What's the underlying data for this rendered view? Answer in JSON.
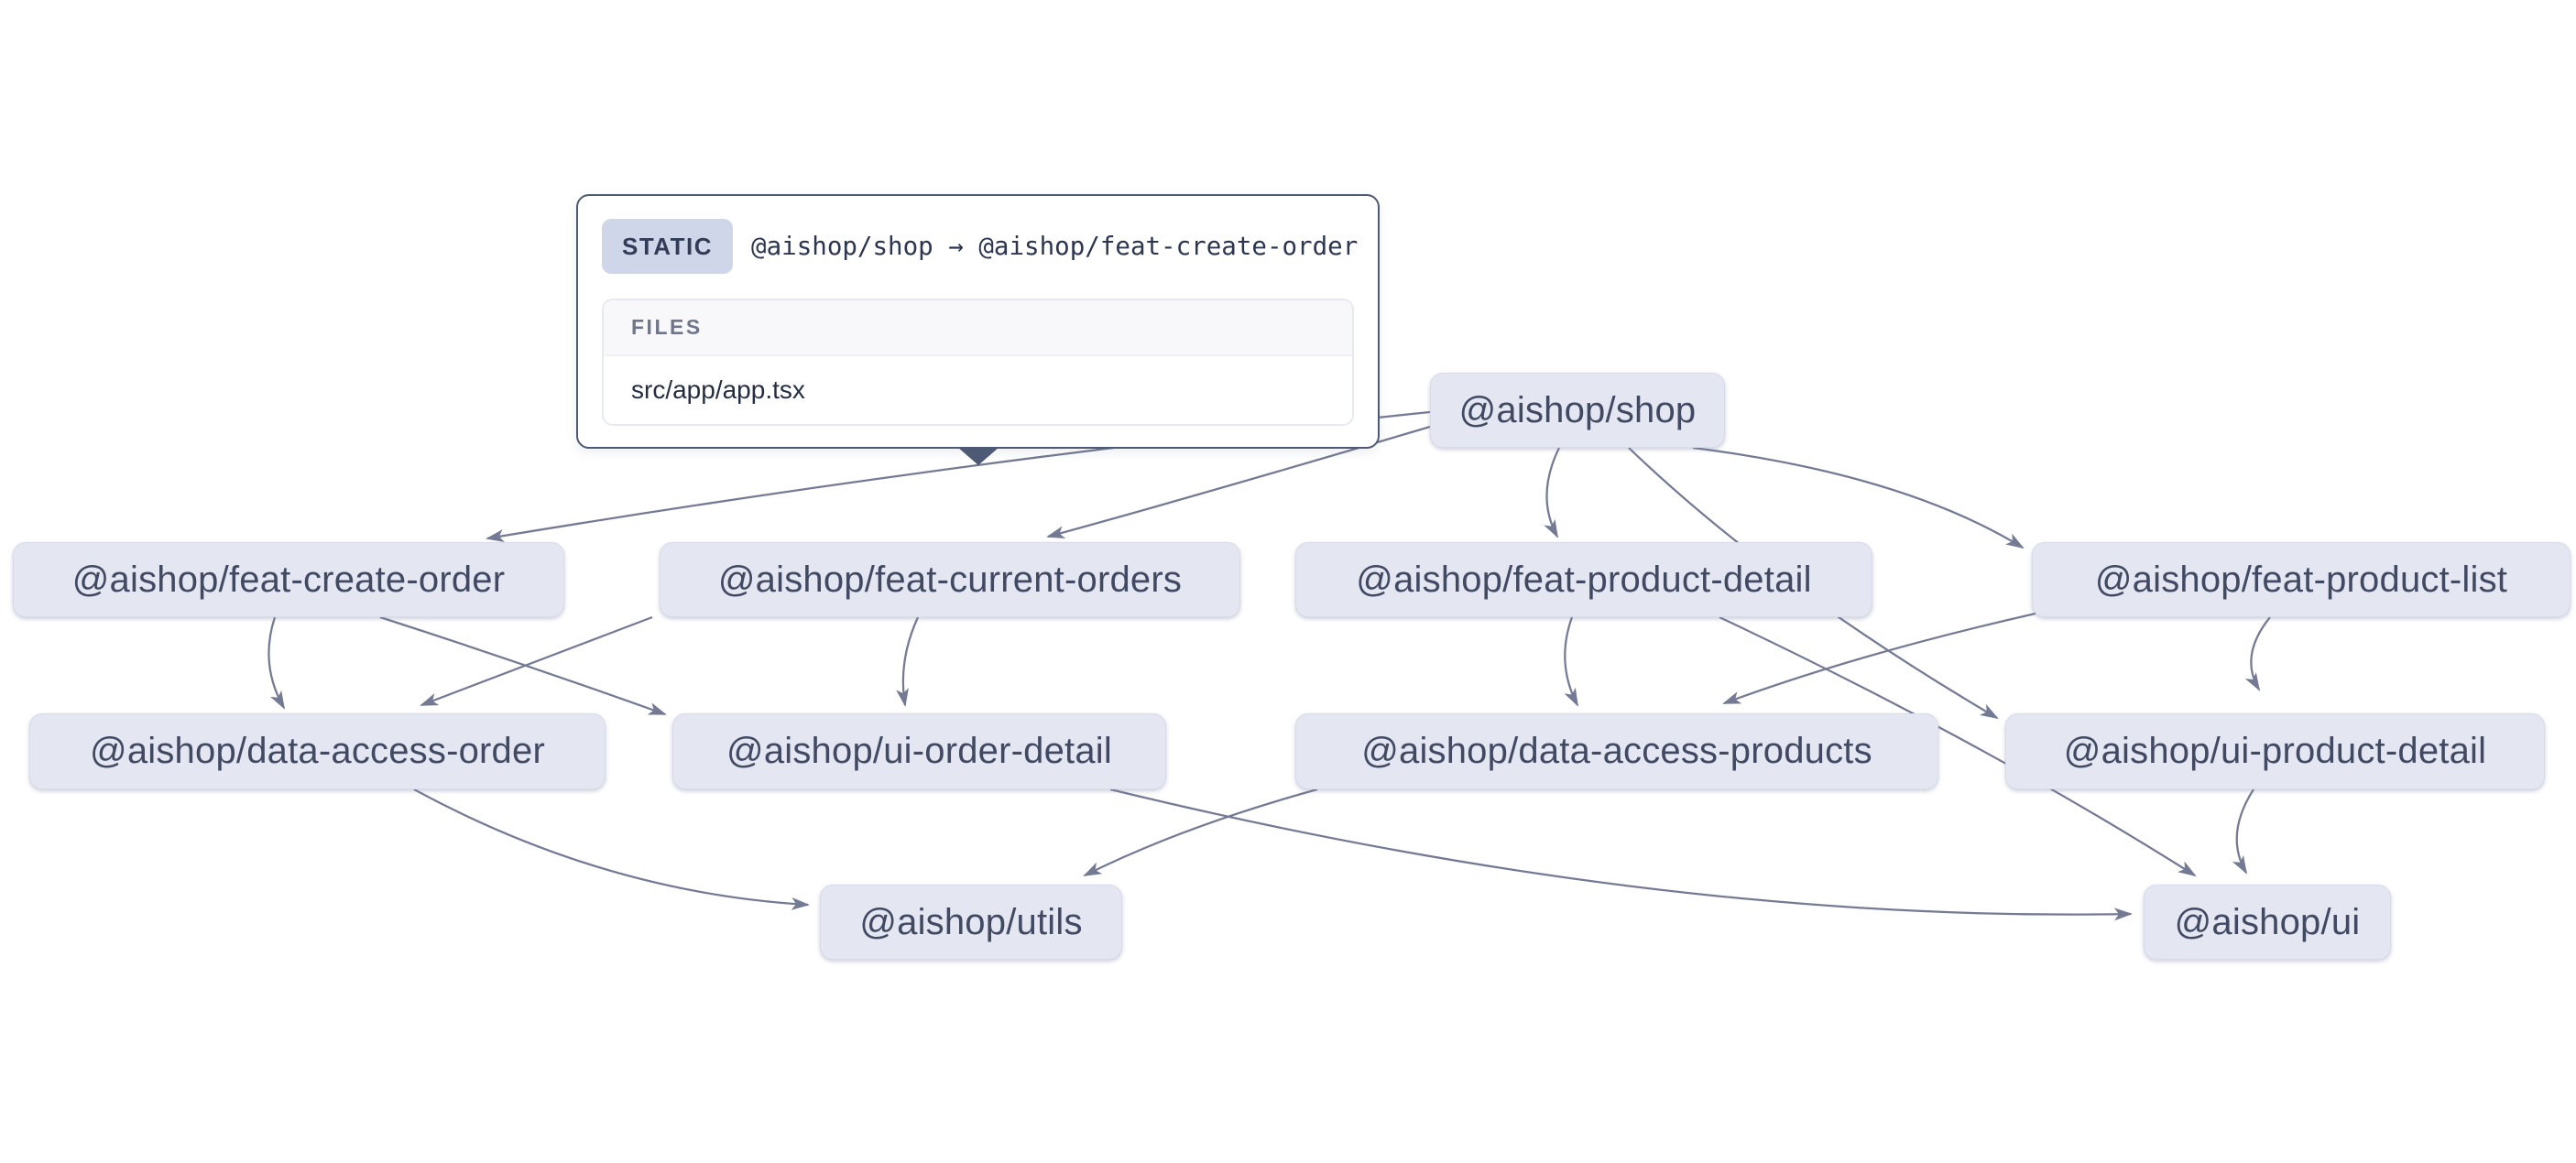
{
  "graph": {
    "nodes": [
      {
        "id": "shop",
        "label": "@aishop/shop"
      },
      {
        "id": "feat-create-order",
        "label": "@aishop/feat-create-order"
      },
      {
        "id": "feat-current-orders",
        "label": "@aishop/feat-current-orders"
      },
      {
        "id": "feat-product-detail",
        "label": "@aishop/feat-product-detail"
      },
      {
        "id": "feat-product-list",
        "label": "@aishop/feat-product-list"
      },
      {
        "id": "data-access-order",
        "label": "@aishop/data-access-order"
      },
      {
        "id": "ui-order-detail",
        "label": "@aishop/ui-order-detail"
      },
      {
        "id": "data-access-products",
        "label": "@aishop/data-access-products"
      },
      {
        "id": "ui-product-detail",
        "label": "@aishop/ui-product-detail"
      },
      {
        "id": "utils",
        "label": "@aishop/utils"
      },
      {
        "id": "ui",
        "label": "@aishop/ui"
      }
    ],
    "edges": [
      {
        "source": "shop",
        "target": "feat-create-order",
        "type": "static"
      },
      {
        "source": "shop",
        "target": "feat-current-orders",
        "type": "static"
      },
      {
        "source": "shop",
        "target": "feat-product-detail",
        "type": "static"
      },
      {
        "source": "shop",
        "target": "feat-product-list",
        "type": "static"
      },
      {
        "source": "shop",
        "target": "ui-product-detail",
        "type": "static"
      },
      {
        "source": "feat-create-order",
        "target": "data-access-order",
        "type": "static"
      },
      {
        "source": "feat-create-order",
        "target": "ui-order-detail",
        "type": "static"
      },
      {
        "source": "feat-current-orders",
        "target": "data-access-order",
        "type": "static"
      },
      {
        "source": "feat-current-orders",
        "target": "ui-order-detail",
        "type": "static"
      },
      {
        "source": "feat-product-detail",
        "target": "data-access-products",
        "type": "static"
      },
      {
        "source": "feat-product-detail",
        "target": "ui",
        "type": "static"
      },
      {
        "source": "feat-product-list",
        "target": "data-access-products",
        "type": "static"
      },
      {
        "source": "feat-product-list",
        "target": "ui-product-detail",
        "type": "static"
      },
      {
        "source": "data-access-order",
        "target": "utils",
        "type": "static"
      },
      {
        "source": "data-access-products",
        "target": "utils",
        "type": "static"
      },
      {
        "source": "ui-order-detail",
        "target": "ui",
        "type": "static"
      },
      {
        "source": "ui-product-detail",
        "target": "ui",
        "type": "static"
      }
    ]
  },
  "tooltip": {
    "type_badge": "STATIC",
    "edge_label": "@aishop/shop → @aishop/feat-create-order",
    "files_header": "FILES",
    "files": [
      "src/app/app.tsx"
    ]
  },
  "colors": {
    "canvas_bg": "#ffffff",
    "node_bg": "#e4e7f2",
    "node_text": "#424a63",
    "edge": "#757a94",
    "tooltip_border": "#4e5a75",
    "badge_bg": "#cfd6ea",
    "files_header_bg": "#f8f8fb",
    "files_header_text": "#70768a"
  }
}
